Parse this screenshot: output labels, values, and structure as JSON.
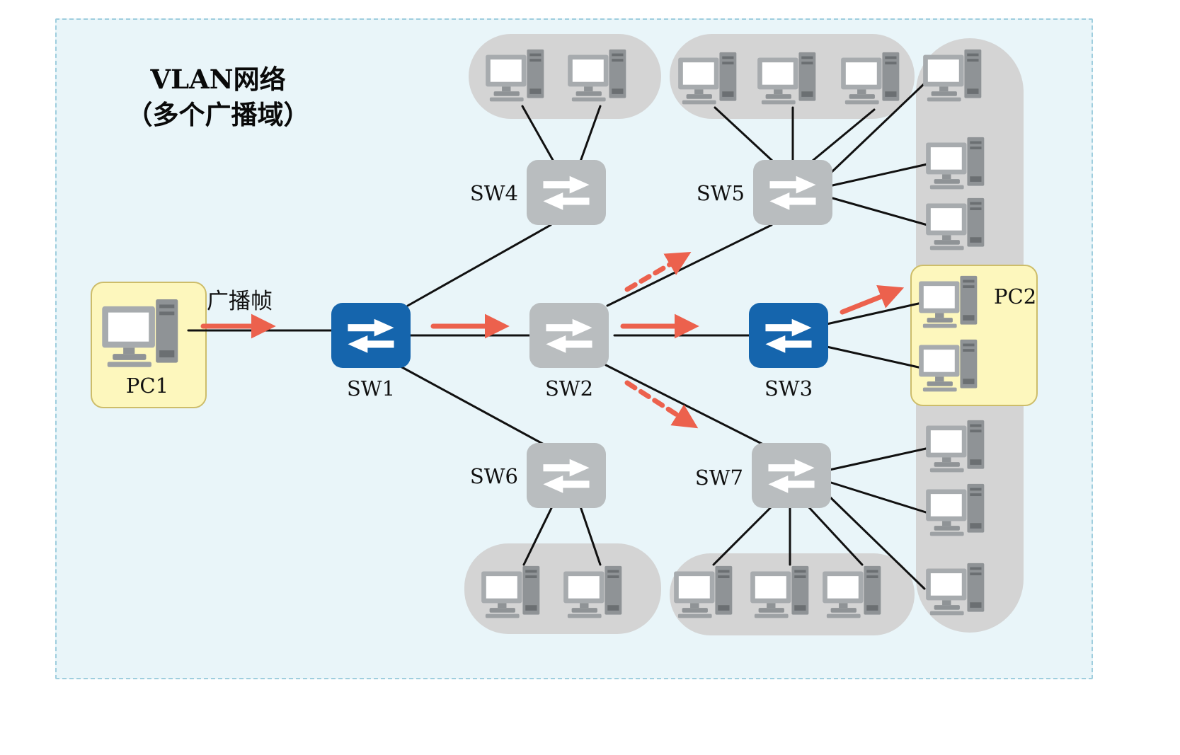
{
  "title": {
    "line1": "VLAN网络",
    "line2": "（多个广播域）"
  },
  "annotations": {
    "broadcast_frame": "广播帧"
  },
  "endpoints": {
    "pc1": "PC1",
    "pc2": "PC2"
  },
  "switches": {
    "sw1": {
      "label": "SW1",
      "color": "blue"
    },
    "sw2": {
      "label": "SW2",
      "color": "gray"
    },
    "sw3": {
      "label": "SW3",
      "color": "blue"
    },
    "sw4": {
      "label": "SW4",
      "color": "gray"
    },
    "sw5": {
      "label": "SW5",
      "color": "gray"
    },
    "sw6": {
      "label": "SW6",
      "color": "gray"
    },
    "sw7": {
      "label": "SW7",
      "color": "gray"
    }
  },
  "colors": {
    "panel_background": "#e9f5f9",
    "panel_border": "#9fcede",
    "highlight_yellow": "#fdf7bd",
    "highlight_yellow_border": "#cdbd6a",
    "switch_blue": "#1565ad",
    "switch_gray": "#b9bdbf",
    "vlan_group_gray": "#d4d4d4",
    "arrow_red": "#ec614d",
    "line_black": "#111111"
  }
}
